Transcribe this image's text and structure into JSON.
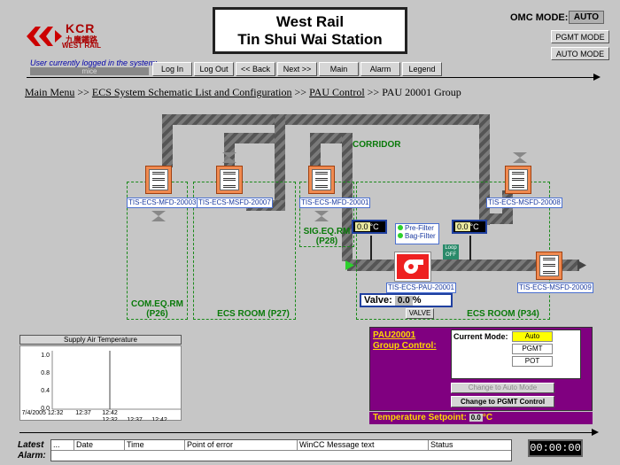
{
  "logo": {
    "name": "KCR",
    "chinese": "九廣鐵路",
    "sub": "WEST RAIL"
  },
  "title": {
    "line1": "West Rail",
    "line2": "Tin Shui Wai Station"
  },
  "omc": {
    "label": "OMC MODE:",
    "value": "AUTO",
    "pgmt_button": "PGMT MODE",
    "auto_button": "AUTO MODE"
  },
  "user": {
    "label": "User currently logged in the system:",
    "name": "mice"
  },
  "nav": [
    "Log In",
    "Log Out",
    "<< Back",
    "Next >>",
    "Main",
    "Alarm",
    "Legend"
  ],
  "breadcrumb": {
    "main_menu": "Main Menu",
    "sep": ">>",
    "ecs": "ECS System Schematic List and Configuration",
    "pau_control": "PAU Control",
    "current": "PAU 20001 Group"
  },
  "schematic": {
    "corridor": "CORRIDOR",
    "rooms": {
      "com_eq": {
        "line1": "COM.EQ.RM",
        "line2": "(P26)"
      },
      "ecs_p27": "ECS ROOM (P27)",
      "sig_eq": {
        "line1": "SIG.EQ.RM",
        "line2": "(P28)"
      },
      "ecs_p34": "ECS ROOM (P34)"
    },
    "dampers": {
      "d1": "TIS-ECS-MFD-20003",
      "d2": "TIS-ECS-MSFD-20007",
      "d3": "TIS-ECS-MFD-20001",
      "d4": "TIS-ECS-MSFD-20008",
      "d5": "TIS-ECS-MSFD-20009"
    },
    "pau_tag": "TIS-ECS-PAU-20001",
    "temp1": {
      "value": "0.0",
      "unit": "°C"
    },
    "temp2": {
      "value": "0.0",
      "unit": "°C"
    },
    "pre_filter": "Pre-Filter",
    "bag_filter": "Bag-Filter",
    "loop_line1": "Loop",
    "loop_line2": "OFF",
    "valve_label": "Valve:",
    "valve_value": "0.0",
    "valve_unit": "%",
    "valve_button": "VALVE"
  },
  "chart_data": {
    "type": "line",
    "title": "Supply Air Temperature",
    "yticks": [
      "1.0",
      "0.8",
      "0.4",
      "0.0"
    ],
    "ylim": [
      0.0,
      1.0
    ],
    "xticks": [
      "7/4/2005 12:32",
      "12:37",
      "12:42",
      "12:32",
      "12:37",
      "12:42"
    ],
    "series": [
      {
        "values": []
      }
    ]
  },
  "group_control": {
    "title_line1": "PAU20001",
    "title_line2": "Group Control:",
    "current_mode_label": "Current Mode:",
    "modes": [
      "Auto",
      "PGMT",
      "POT"
    ],
    "selected_mode": "Auto",
    "change_auto": "Change to Auto Mode",
    "change_pgmt": "Change to PGMT Control",
    "setpoint_label": "Temperature Setpoint:",
    "setpoint_value": "0.0",
    "setpoint_unit": "°C"
  },
  "alarm": {
    "label_line1": "Latest",
    "label_line2": "Alarm:",
    "columns": [
      "...",
      "Date",
      "Time",
      "Point of error",
      "WinCC Message text",
      "Status"
    ],
    "clock": "00:00:00"
  },
  "colors": {
    "purple_panel": "#800080",
    "gold_text": "#ffd700",
    "room_green": "#0a7a0a",
    "brand_red": "#aa0000"
  }
}
